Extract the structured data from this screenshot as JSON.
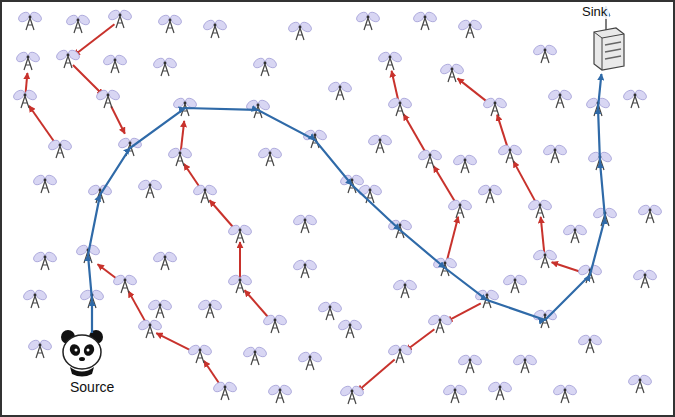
{
  "diagram": {
    "nodes": [
      {
        "text": [
          "Source"
        ]
      },
      {
        "text": [
          "Sink"
        ]
      }
    ],
    "edges": [
      {
        "from": 0,
        "to": 1,
        "arrow": "to"
      }
    ]
  }
}
